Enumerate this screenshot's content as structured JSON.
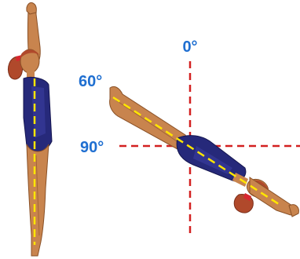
{
  "labels": {
    "zero": "0°",
    "sixty": "60°",
    "ninety": "90°"
  },
  "colors": {
    "label": "#1f6fd1",
    "reference_line": "#d32020",
    "body_axis": "#ffe600",
    "skin": "#c8844e",
    "skin_dark": "#8a5127",
    "leotard": "#26297a",
    "leotard_light": "#3d42a8",
    "hair": "#b0492b",
    "hair_band": "#d7262e"
  }
}
